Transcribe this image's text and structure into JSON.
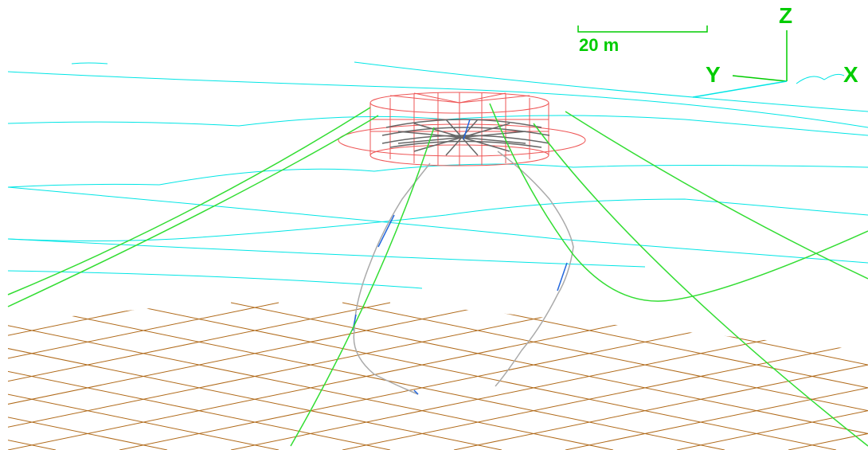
{
  "scale_bar": {
    "label": "20 m"
  },
  "axes": {
    "z": "Z",
    "y": "Y",
    "x": "X"
  },
  "colors": {
    "sea_surface": "#00e5e5",
    "mooring_lines": "#33dd33",
    "platform": "#ee5555",
    "platform_internal": "#666666",
    "riser": "#aaaaaa",
    "riser_highlight": "#2266dd",
    "seabed": "#b06a1a",
    "axis": "#00cc00"
  }
}
